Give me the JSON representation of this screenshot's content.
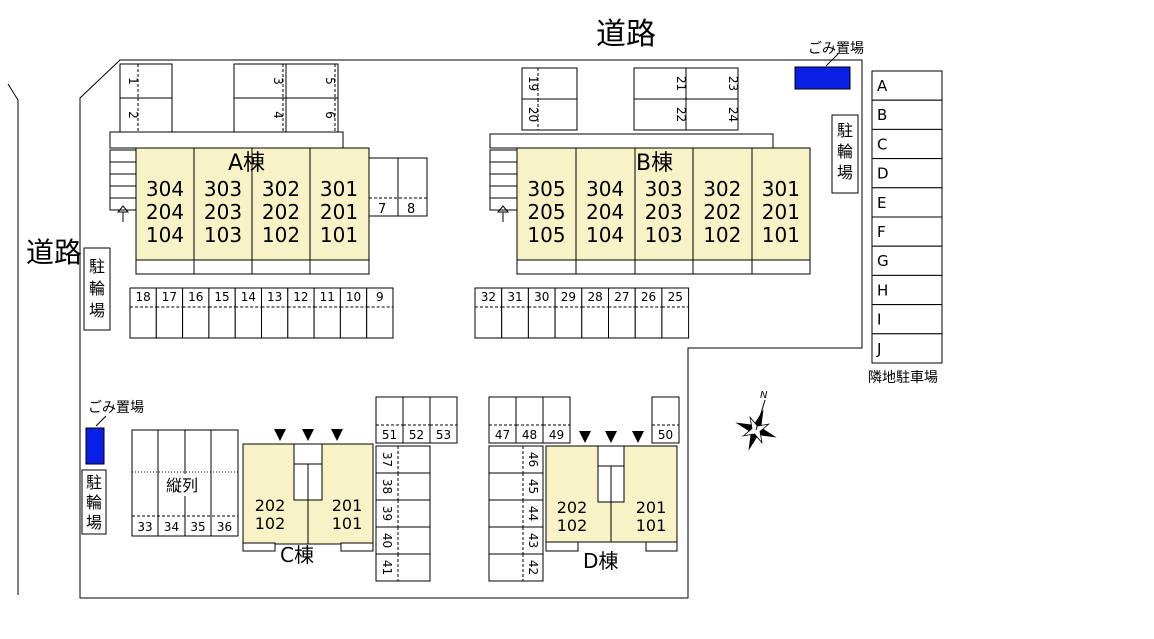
{
  "labels": {
    "road_top": "道路",
    "road_left": "道路",
    "garbage_top": "ごみ置場",
    "garbage_left": "ごみ置場",
    "bike_right": "駐輪場",
    "bike_left_1": "駐輪場",
    "bike_left_2": "駐輪場",
    "neighbor_parking": "隣地駐車場",
    "compact_parking": "縦列",
    "north": "N"
  },
  "buildings": {
    "A": {
      "name": "A棟",
      "units": [
        [
          "304",
          "204",
          "104"
        ],
        [
          "303",
          "203",
          "103"
        ],
        [
          "302",
          "202",
          "102"
        ],
        [
          "301",
          "201",
          "101"
        ]
      ]
    },
    "B": {
      "name": "B棟",
      "units": [
        [
          "305",
          "205",
          "105"
        ],
        [
          "304",
          "204",
          "104"
        ],
        [
          "303",
          "203",
          "103"
        ],
        [
          "302",
          "202",
          "102"
        ],
        [
          "301",
          "201",
          "101"
        ]
      ]
    },
    "C": {
      "name": "C棟",
      "units": [
        [
          "202",
          "102"
        ],
        [
          "201",
          "101"
        ]
      ]
    },
    "D": {
      "name": "D棟",
      "units": [
        [
          "202",
          "102"
        ],
        [
          "201",
          "101"
        ]
      ]
    }
  },
  "parking": {
    "row_a": [
      "18",
      "17",
      "16",
      "15",
      "14",
      "13",
      "12",
      "11",
      "10",
      "9"
    ],
    "row_b": [
      "32",
      "31",
      "30",
      "29",
      "28",
      "27",
      "26",
      "25"
    ],
    "top_left": [
      "1",
      "2"
    ],
    "top_mid": [
      "3",
      "4",
      "5",
      "6"
    ],
    "a_side": [
      "7",
      "8"
    ],
    "top_b_left": [
      "19",
      "20"
    ],
    "top_b_right": [
      "21",
      "22",
      "23",
      "24"
    ],
    "c_top": [
      "51",
      "52",
      "53"
    ],
    "c_column": [
      "37",
      "38",
      "39",
      "40",
      "41"
    ],
    "d_top": [
      "47",
      "48",
      "49"
    ],
    "d_top_right": [
      "50"
    ],
    "d_column": [
      "46",
      "45",
      "44",
      "43",
      "42"
    ],
    "compact": [
      "33",
      "34",
      "35",
      "36"
    ],
    "neighbor": [
      "A",
      "B",
      "C",
      "D",
      "E",
      "F",
      "G",
      "H",
      "I",
      "J"
    ]
  },
  "colors": {
    "building_fill": "#f7f3c6",
    "garbage_fill": "#0a1fe6",
    "line": "#000000"
  }
}
